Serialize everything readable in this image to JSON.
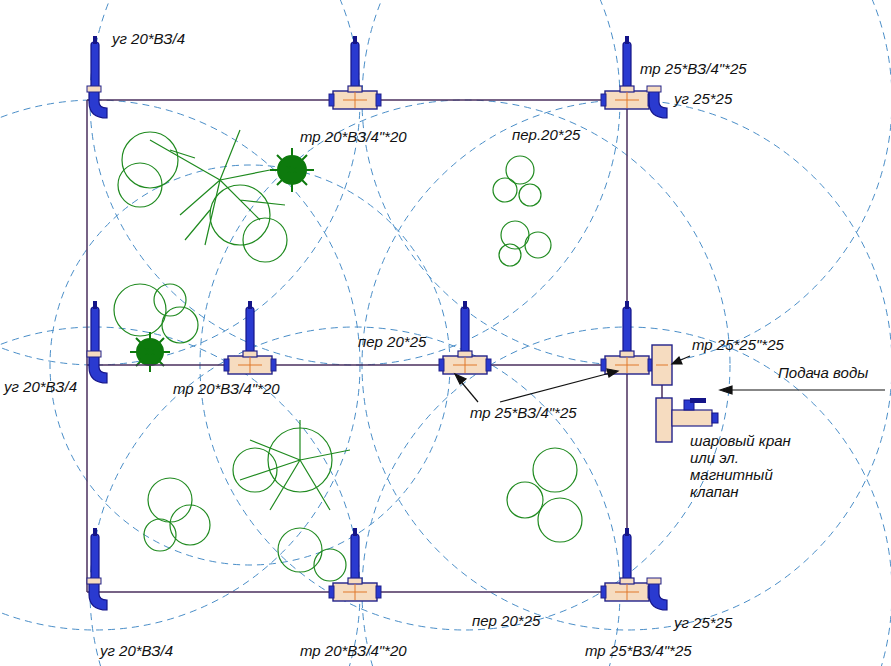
{
  "diagram": {
    "labels": [
      "уг 20*ВЗ/4",
      "тр 20*ВЗ/4\"*20",
      "тр 25*ВЗ/4\"*25",
      "уг 25*25",
      "пер.20*25",
      "пер 20*25",
      "тр 25*25\"*25",
      "Подача воды",
      "уг 20*ВЗ/4",
      "тр 20*ВЗ/4\"*20",
      "тр 25*ВЗ/4\"*25",
      "шаровый кран или эл. магнитный клапан",
      "уг 20*ВЗ/4",
      "тр 20*ВЗ/4\"*20",
      "пер 20*25",
      "тр 25*ВЗ/4\"*25",
      "уг 25*25"
    ]
  }
}
